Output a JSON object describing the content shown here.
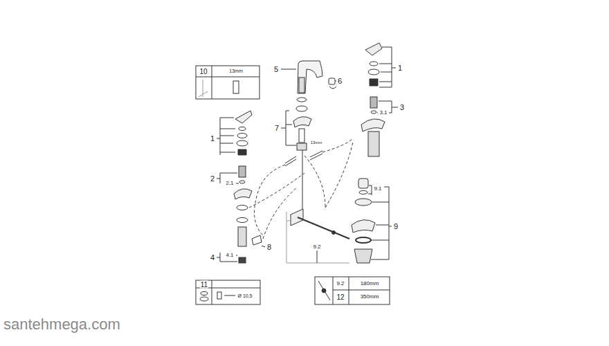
{
  "diagram": {
    "labels": [
      "10",
      "13mm",
      "5",
      "6",
      "1",
      "3",
      "3.1",
      "7",
      "13mm",
      "1",
      "2",
      "2.1",
      "8",
      "9.1",
      "9",
      "9.2",
      "4",
      "4.1",
      "11",
      "Ø 10,5",
      "9.2",
      "180mm",
      "12",
      "350mm",
      "santehmega.com"
    ]
  }
}
